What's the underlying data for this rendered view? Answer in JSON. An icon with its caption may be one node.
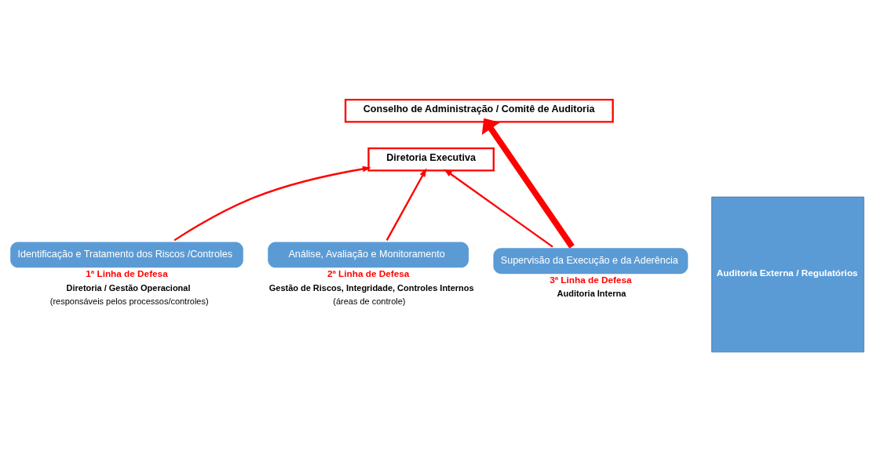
{
  "diagram": {
    "nodes": [
      {
        "text": [
          "Conselho de Administração / Comitê de Auditoria"
        ]
      },
      {
        "text": [
          "Diretoria Executiva"
        ]
      },
      {
        "text": [
          "Identificação e Tratamento dos Riscos /Controles"
        ],
        "beside": [
          "1ª Linha de Defesa",
          "Diretoria / Gestão Operacional",
          "(responsáveis pelos processos/controles)"
        ]
      },
      {
        "text": [
          "Análise, Avaliação e Monitoramento"
        ],
        "beside": [
          "2ª Linha de Defesa",
          "Gestão de Riscos, Integridade, Controles Internos",
          "(áreas de controle)"
        ]
      },
      {
        "text": [
          "Supervisão da Execução e da Aderência"
        ],
        "beside": [
          "3ª Linha de Defesa",
          "Auditoria Interna"
        ]
      },
      {
        "text": [
          "Auditoria Externa / Regulatórios"
        ]
      }
    ],
    "edges": [
      {
        "from": 2,
        "to": 1,
        "arrow": "to"
      },
      {
        "from": 3,
        "to": 1,
        "arrow": "to"
      },
      {
        "from": 4,
        "to": 1,
        "arrow": "to"
      },
      {
        "from": 4,
        "to": 0,
        "arrow": "to",
        "style": "thick"
      }
    ]
  }
}
